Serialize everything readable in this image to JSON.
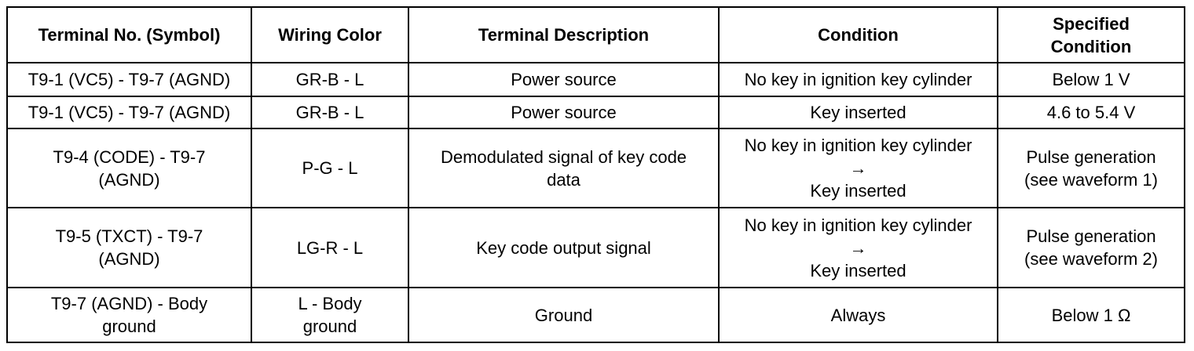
{
  "headers": {
    "terminal": "Terminal No. (Symbol)",
    "wiring": "Wiring Color",
    "description": "Terminal Description",
    "condition": "Condition",
    "specified_line1": "Specified",
    "specified_line2": "Condition"
  },
  "rows": [
    {
      "terminal": "T9-1 (VC5) - T9-7 (AGND)",
      "wiring": "GR-B - L",
      "description": "Power source",
      "condition": "No key in ignition key cylinder",
      "specified": "Below 1 V"
    },
    {
      "terminal": "T9-1 (VC5) - T9-7 (AGND)",
      "wiring": "GR-B - L",
      "description": "Power source",
      "condition": "Key inserted",
      "specified": "4.6 to 5.4 V"
    },
    {
      "terminal_line1": "T9-4 (CODE) - T9-7",
      "terminal_line2": "(AGND)",
      "wiring": "P-G - L",
      "description_line1": "Demodulated signal of key code",
      "description_line2": "data",
      "condition_line1": "No key in ignition key cylinder",
      "condition_arrow": "→",
      "condition_line2": "Key inserted",
      "specified_line1": "Pulse generation",
      "specified_line2": "(see waveform 1)"
    },
    {
      "terminal_line1": "T9-5 (TXCT) - T9-7",
      "terminal_line2": "(AGND)",
      "wiring": "LG-R - L",
      "description": "Key code output signal",
      "condition_line1": "No key in ignition key cylinder",
      "condition_arrow": "→",
      "condition_line2": "Key inserted",
      "specified_line1": "Pulse generation",
      "specified_line2": "(see waveform 2)"
    },
    {
      "terminal_line1": "T9-7 (AGND) - Body",
      "terminal_line2": "ground",
      "wiring_line1": "L - Body",
      "wiring_line2": "ground",
      "description": "Ground",
      "condition": "Always",
      "specified": "Below 1 Ω"
    }
  ]
}
